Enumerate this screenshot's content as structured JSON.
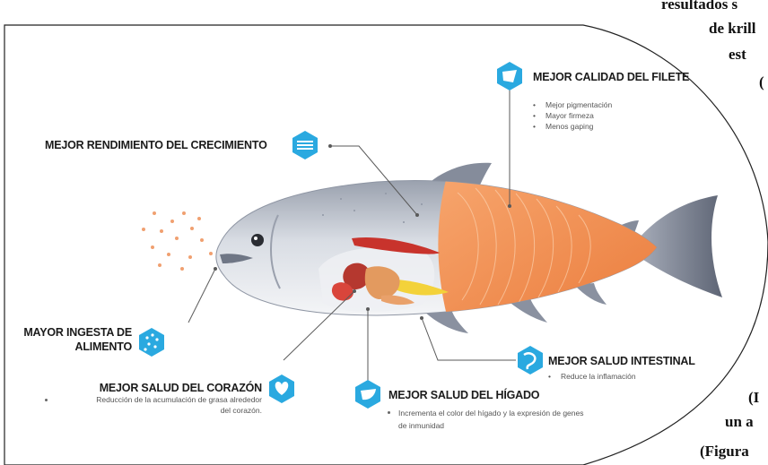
{
  "side_text": {
    "line1": "resultados s",
    "line2": "de krill",
    "line3": "est",
    "line4": "(",
    "line5": "(I",
    "line6": "un a",
    "line7": "(Figura"
  },
  "labels": {
    "filete": {
      "title": "MEJOR CALIDAD DEL FILETE",
      "items": [
        "Mejor pigmentación",
        "Mayor firmeza",
        "Menos gaping"
      ]
    },
    "crecimiento": {
      "title": "MEJOR RENDIMIENTO DEL CRECIMIENTO"
    },
    "ingesta": {
      "line1": "MAYOR INGESTA DE",
      "line2": "ALIMENTO"
    },
    "intestinal": {
      "title": "MEJOR SALUD INTESTINAL",
      "items": [
        "Reduce la inflamación"
      ]
    },
    "corazon": {
      "title": "MEJOR SALUD DEL CORAZÓN",
      "note_line1": "Reducción de la acumulación de grasa alrededor",
      "note_line2": "del corazón."
    },
    "higado": {
      "title": "MEJOR SALUD DEL HÍGADO",
      "note_line1": "Incrementa el color del hígado y la expresión de genes",
      "note_line2": "de inmunidad"
    }
  },
  "icons": {
    "filete": "fillet-icon",
    "crecimiento": "growth-fish-icon",
    "ingesta": "feed-pellets-icon",
    "intestinal": "intestine-icon",
    "corazon": "heart-icon",
    "higado": "liver-icon"
  },
  "colors": {
    "accent": "#2aa9e0",
    "fillet": "#f08a4b",
    "fish_body": "#c5cad4",
    "fish_fin": "#7f8696",
    "feed": "#f0a070"
  }
}
